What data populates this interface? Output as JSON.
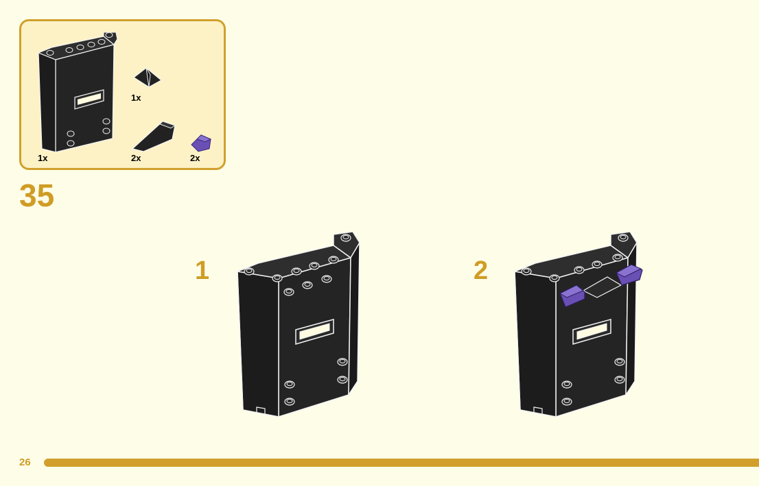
{
  "parts_callout": {
    "items": [
      {
        "qty": "1x",
        "part_icon": "panel-wall-icon",
        "color": "#222222"
      },
      {
        "qty": "1x",
        "part_icon": "slope-cheese-icon",
        "color": "#222222"
      },
      {
        "qty": "2x",
        "part_icon": "slope-long-icon",
        "color": "#222222"
      },
      {
        "qty": "2x",
        "part_icon": "slope-small-purple-icon",
        "color": "#6a4fb5"
      }
    ]
  },
  "step": {
    "number": "35"
  },
  "substeps": [
    {
      "label": "1"
    },
    {
      "label": "2"
    }
  ],
  "footer": {
    "page_number": "26"
  },
  "colors": {
    "accent": "#d1a02c",
    "background": "#fefde8",
    "callout_bg": "#fdf2c6",
    "brick_black": "#222222",
    "brick_purple": "#6a4fb5"
  }
}
